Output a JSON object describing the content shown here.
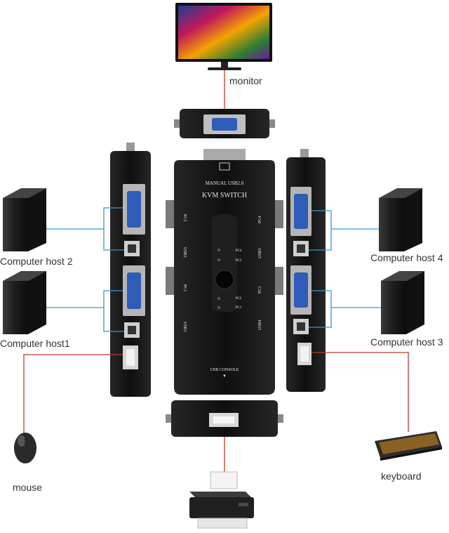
{
  "labels": {
    "monitor": "monitor",
    "host1": "Computer host1",
    "host2": "Computer host 2",
    "host3": "Computer host 3",
    "host4": "Computer host 4",
    "mouse": "mouse",
    "keyboard": "keyboard"
  },
  "device": {
    "top_text": "MANUAL USB2.0",
    "title": "KVM SWITCH",
    "pc4": "PC4",
    "pc3": "PC3",
    "pc2": "PC2",
    "pc1": "PC1",
    "console": "USB CONSOLE",
    "side_pc1": "PC1",
    "side_pc2": "PC2",
    "side_pc3": "PC3",
    "side_pc4": "PC4",
    "usb1": "USB1",
    "usb2": "USB2",
    "usb3": "USB3",
    "usb4": "USB4"
  },
  "colors": {
    "blue_cable": "#2f9ad6",
    "red_cable": "#c0392b",
    "device_body": "#151515",
    "vga_port": "#2e5cb8"
  }
}
